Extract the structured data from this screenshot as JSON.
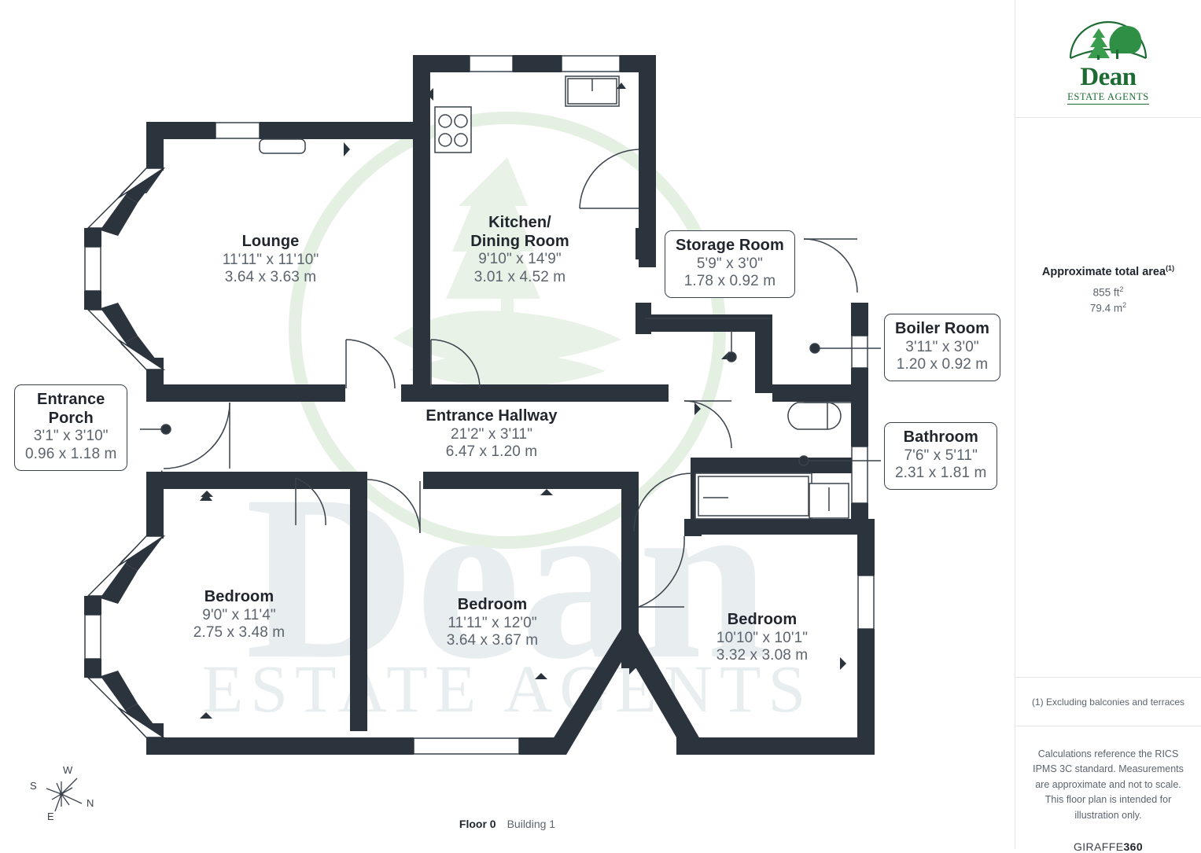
{
  "document": {
    "type": "floor-plan",
    "footer_floor": "Floor 0",
    "footer_building": "Building 1"
  },
  "logo": {
    "name": "Dean",
    "subtitle": "ESTATE AGENTS",
    "icon": "tree-logo-icon",
    "color": "#1d6b33"
  },
  "sidebar": {
    "area_title": "Approximate total area",
    "area_title_sup": "(1)",
    "area_sqft": "855 ft",
    "area_sqft_sup": "2",
    "area_sqm": "79.4 m",
    "area_sqm_sup": "2",
    "footnote": "(1) Excluding balconies and terraces",
    "disclaimer": "Calculations reference the RICS IPMS 3C standard. Measurements are approximate and not to scale. This floor plan is intended for illustration only.",
    "brand_prefix": "GIRAFFE",
    "brand_suffix": "360"
  },
  "compass": {
    "north": "N",
    "south": "S",
    "east": "E",
    "west": "W"
  },
  "rooms": [
    {
      "id": "lounge",
      "name": "Lounge",
      "dim_imperial": "11'11\" x 11'10\"",
      "dim_metric": "3.64 x 3.63 m",
      "boxed": false
    },
    {
      "id": "kitchen-dining",
      "name": "Kitchen/",
      "name2": "Dining Room",
      "dim_imperial": "9'10\" x 14'9\"",
      "dim_metric": "3.01 x 4.52 m",
      "boxed": false
    },
    {
      "id": "storage-room",
      "name": "Storage Room",
      "dim_imperial": "5'9\" x 3'0\"",
      "dim_metric": "1.78 x 0.92 m",
      "boxed": true
    },
    {
      "id": "boiler-room",
      "name": "Boiler Room",
      "dim_imperial": "3'11\" x 3'0\"",
      "dim_metric": "1.20 x 0.92 m",
      "boxed": true
    },
    {
      "id": "bathroom",
      "name": "Bathroom",
      "dim_imperial": "7'6\" x 5'11\"",
      "dim_metric": "2.31 x 1.81 m",
      "boxed": true
    },
    {
      "id": "entrance-porch",
      "name": "Entrance",
      "name2": "Porch",
      "dim_imperial": "3'1\" x 3'10\"",
      "dim_metric": "0.96 x 1.18 m",
      "boxed": true
    },
    {
      "id": "entrance-hallway",
      "name": "Entrance Hallway",
      "dim_imperial": "21'2\" x 3'11\"",
      "dim_metric": "6.47 x 1.20 m",
      "boxed": false
    },
    {
      "id": "bedroom-1",
      "name": "Bedroom",
      "dim_imperial": "9'0\" x 11'4\"",
      "dim_metric": "2.75 x 3.48 m",
      "boxed": false
    },
    {
      "id": "bedroom-2",
      "name": "Bedroom",
      "dim_imperial": "11'11\" x 12'0\"",
      "dim_metric": "3.64 x 3.67 m",
      "boxed": false
    },
    {
      "id": "bedroom-3",
      "name": "Bedroom",
      "dim_imperial": "10'10\" x 10'1\"",
      "dim_metric": "3.32 x 3.08 m",
      "boxed": false
    }
  ],
  "colors": {
    "wall": "#2b333d",
    "text_dark": "#21262e",
    "text_muted": "#5c646e",
    "watermark": "#e7efe7",
    "background": "#ffffff",
    "divider": "#e3e5e8"
  },
  "watermark": {
    "line1": "Dean",
    "line2": "ESTATE AGENTS"
  }
}
